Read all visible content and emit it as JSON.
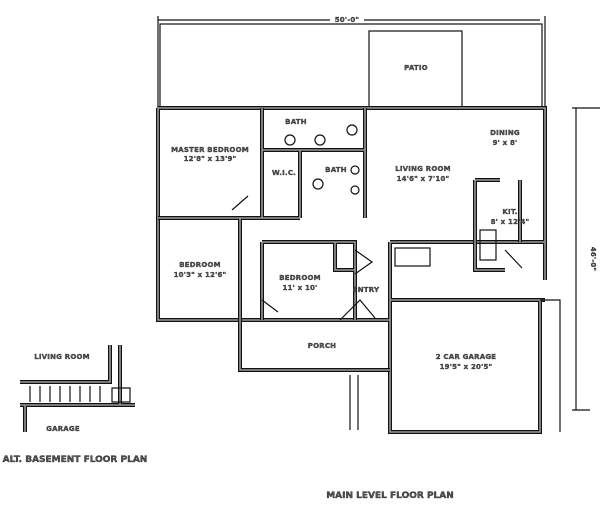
{
  "main_plan": {
    "title": "MAIN LEVEL FLOOR PLAN",
    "width_dimension": "50'-0\"",
    "depth_dimension": "46'-0\"",
    "rooms": [
      {
        "name": "PATIO",
        "size": ""
      },
      {
        "name": "MASTER BEDROOM",
        "size": "12'8\" x 13'9\""
      },
      {
        "name": "BATH",
        "size": ""
      },
      {
        "name": "W.I.C.",
        "size": ""
      },
      {
        "name": "BATH",
        "size": ""
      },
      {
        "name": "LIVING ROOM",
        "size": "14'6\" x 7'10\""
      },
      {
        "name": "DINING",
        "size": "9' x 8'"
      },
      {
        "name": "KIT.",
        "size": "8' x 12'4\""
      },
      {
        "name": "BEDROOM",
        "size": "10'3\" x 12'6\""
      },
      {
        "name": "BEDROOM",
        "size": "11' x 10'"
      },
      {
        "name": "ENTRY",
        "size": ""
      },
      {
        "name": "PORCH",
        "size": ""
      },
      {
        "name": "2 CAR GARAGE",
        "size": "19'5\" x 20'5\""
      }
    ]
  },
  "basement_plan": {
    "title": "ALT. BASEMENT FLOOR PLAN",
    "rooms": [
      {
        "name": "LIVING ROOM"
      },
      {
        "name": "GARAGE"
      }
    ]
  }
}
